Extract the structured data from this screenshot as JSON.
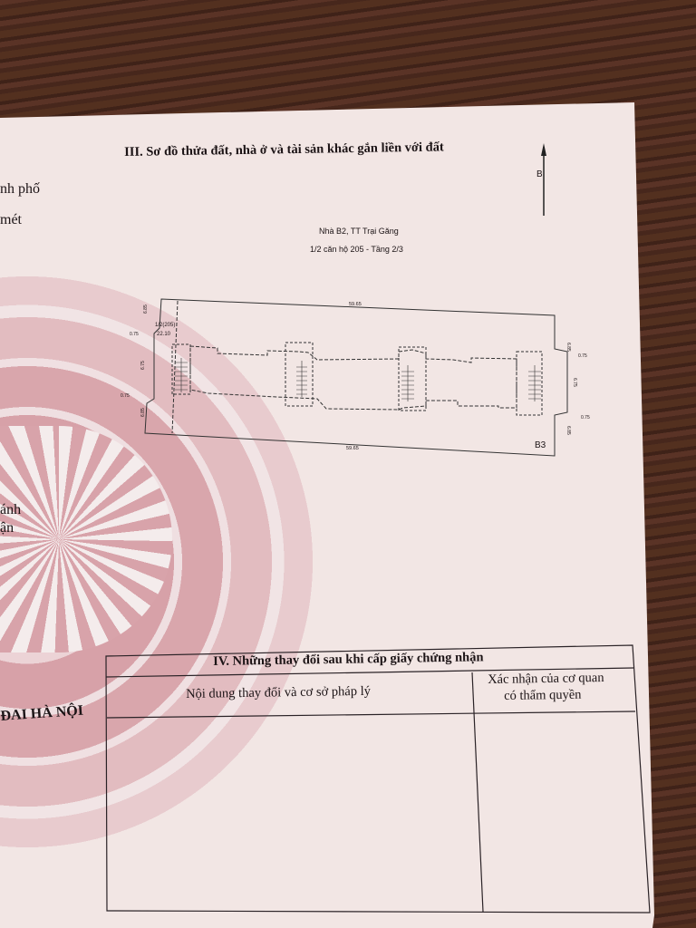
{
  "section3": {
    "title": "III. Sơ đồ thửa đất, nhà ở và tài sản khác gắn liền với đất",
    "north_label": "B",
    "building": "Nhà B2, TT Trại Găng",
    "unit": "1/2 căn hộ 205 - Tầng 2/3",
    "plan": {
      "top_length": "59.65",
      "bottom_length": "59.65",
      "unit_label": "1/2(205)",
      "area": "22.10",
      "left_dims": [
        "6.85",
        "0.75",
        "6.75",
        "0.75",
        "6.85"
      ],
      "right_dims": [
        "6.85",
        "0.75",
        "6.75",
        "0.75",
        "6.85"
      ],
      "adjacent_label": "B3"
    }
  },
  "left_page_fragments": [
    "nh phố",
    "mét",
    "ánh",
    "ận",
    "ĐAI HÀ NỘI"
  ],
  "section4": {
    "title": "IV. Những thay đổi sau khi cấp giấy chứng nhận",
    "col1": "Nội dung thay đổi và cơ sở pháp lý",
    "col2_line1": "Xác nhận của cơ quan",
    "col2_line2": "có thẩm quyền"
  },
  "colors": {
    "paper": "#f2e6e4",
    "watermark": "#d9a9ad",
    "wood": "#4a2a1f"
  }
}
